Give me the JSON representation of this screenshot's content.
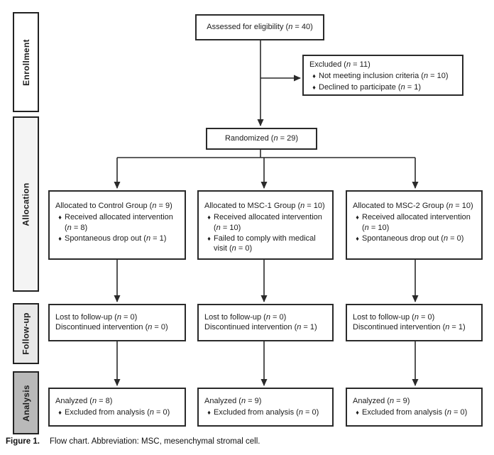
{
  "stages": [
    {
      "label": "Enrollment",
      "fill": "#ffffff"
    },
    {
      "label": "Allocation",
      "fill": "#f4f4f4"
    },
    {
      "label": "Follow-up",
      "fill": "#e8e8e8"
    },
    {
      "label": "Analysis",
      "fill": "#b9b9b9"
    }
  ],
  "glyphs": {
    "bullet": "♦"
  },
  "boxes": {
    "assessed": {
      "title": "Assessed for eligibility (n = 40)"
    },
    "excluded": {
      "title": "Excluded (n = 11)",
      "bullets": [
        "Not meeting inclusion criteria (n = 10)",
        "Declined to participate (n = 1)"
      ]
    },
    "randomized": {
      "title": "Randomized (n = 29)"
    },
    "allocation": [
      {
        "title": "Allocated to Control Group (n = 9)",
        "bullets": [
          "Received allocated intervention (n = 8)",
          "Spontaneous drop out (n = 1)"
        ]
      },
      {
        "title": "Allocated to MSC-1 Group (n = 10)",
        "bullets": [
          "Received allocated intervention (n = 10)",
          "Failed to comply with medical visit (n = 0)"
        ]
      },
      {
        "title": "Allocated to MSC-2 Group (n = 10)",
        "bullets": [
          "Received allocated intervention (n = 10)",
          "Spontaneous drop out (n = 0)"
        ]
      }
    ],
    "followup": [
      {
        "lines": [
          "Lost to follow-up (n = 0)",
          "Discontinued intervention (n = 0)"
        ]
      },
      {
        "lines": [
          "Lost to follow-up (n = 0)",
          "Discontinued intervention (n = 1)"
        ]
      },
      {
        "lines": [
          "Lost to follow-up (n = 0)",
          "Discontinued intervention (n = 1)"
        ]
      }
    ],
    "analysis": [
      {
        "title": "Analyzed (n = 8)",
        "bullets": [
          "Excluded from analysis (n = 0)"
        ]
      },
      {
        "title": "Analyzed (n = 9)",
        "bullets": [
          "Excluded from analysis (n = 0)"
        ]
      },
      {
        "title": "Analyzed (n = 9)",
        "bullets": [
          "Excluded from analysis (n = 0)"
        ]
      }
    ]
  },
  "caption": {
    "label": "Figure 1.",
    "text": "Flow chart. Abbreviation: MSC, mesenchymal stromal cell."
  },
  "colors": {
    "line": "#2a2a2a",
    "stage_analysis_fill": "#b9b9b9"
  }
}
